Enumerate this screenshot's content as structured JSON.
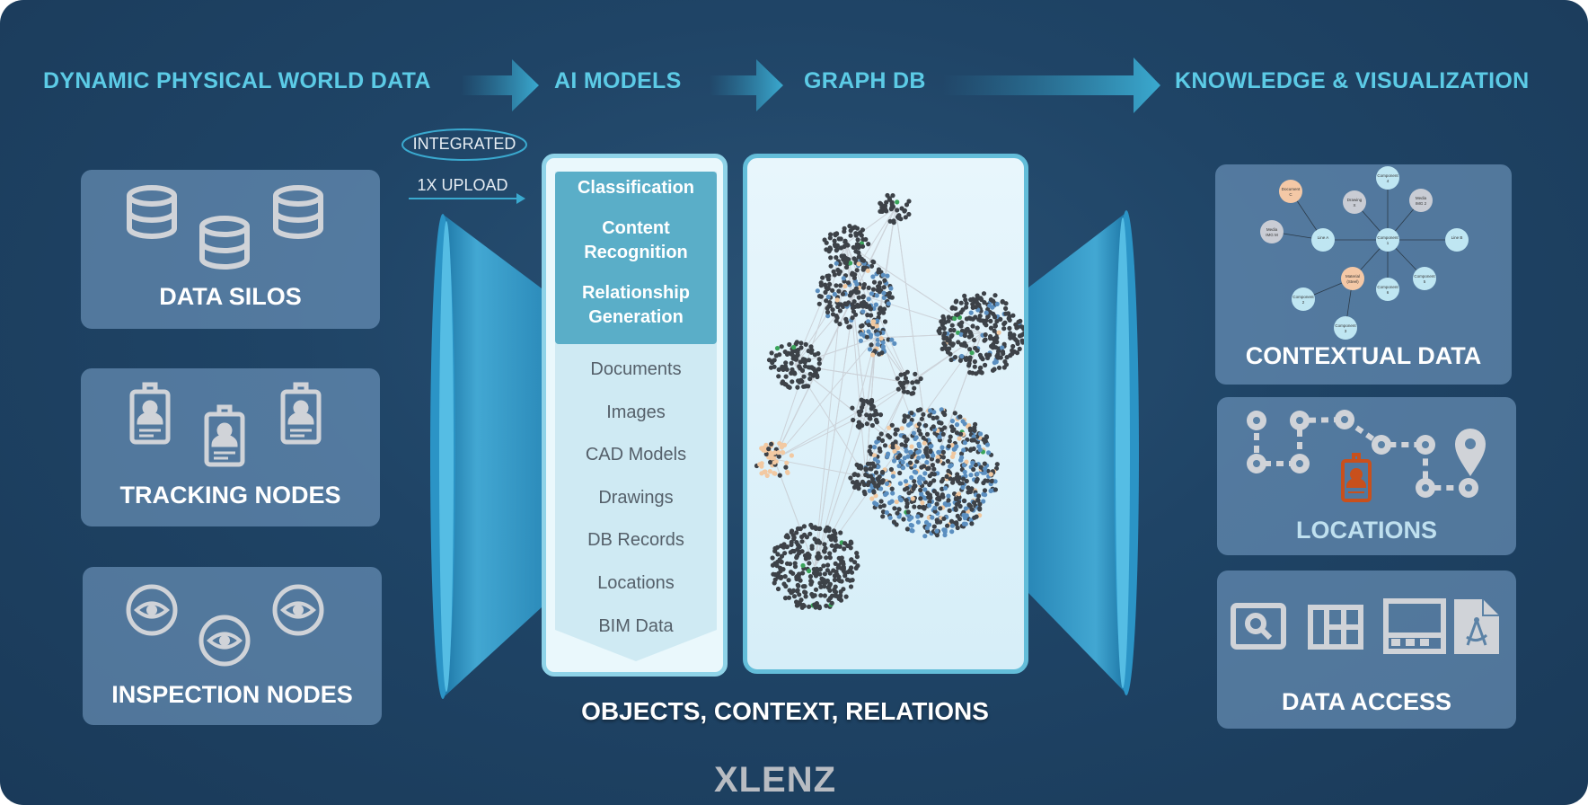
{
  "flow": {
    "step1": "DYNAMIC PHYSICAL WORLD DATA",
    "step2": "AI MODELS",
    "step3": "GRAPH DB",
    "step4": "KNOWLEDGE & VISUALIZATION"
  },
  "colors": {
    "title": "#5ccbe6",
    "card": "#7da5cd",
    "funnel": "#3aa6d3",
    "badge_accent": "#c9501c",
    "node_blue": "#bfe6f2",
    "node_peach": "#f4c8a6",
    "node_grey": "#c9ccd4"
  },
  "inputs": {
    "integrated": "INTEGRATED",
    "upload": "1X UPLOAD"
  },
  "sources": [
    {
      "title": "DATA SILOS",
      "icon": "database-icon"
    },
    {
      "title": "TRACKING NODES",
      "icon": "id-badge-icon"
    },
    {
      "title": "INSPECTION NODES",
      "icon": "eye-icon"
    }
  ],
  "ai": {
    "steps": [
      "Classification",
      "Content Recognition",
      "Relationship Generation"
    ],
    "types": [
      "Documents",
      "Images",
      "CAD Models",
      "Drawings",
      "DB Records",
      "Locations",
      "BIM Data"
    ]
  },
  "bottom_label": "OBJECTS, CONTEXT, RELATIONS",
  "brand": "XLENZ",
  "outputs": {
    "contextual": "CONTEXTUAL DATA",
    "locations": "LOCATIONS",
    "access": "DATA ACCESS"
  },
  "context_graph": {
    "nodes": [
      {
        "id": "docC",
        "l1": "Document",
        "l2": "C",
        "kind": "peach"
      },
      {
        "id": "drwX",
        "l1": "Drawing",
        "l2": "X",
        "kind": "grey"
      },
      {
        "id": "c4",
        "l1": "Component",
        "l2": "4",
        "kind": "blue"
      },
      {
        "id": "img2",
        "l1": "Media",
        "l2": "IMG 2",
        "kind": "grey"
      },
      {
        "id": "imgM",
        "l1": "Media",
        "l2": "IMG M",
        "kind": "grey"
      },
      {
        "id": "lineA",
        "l1": "Line A",
        "l2": "",
        "kind": "blue"
      },
      {
        "id": "c1",
        "l1": "Component",
        "l2": "1",
        "kind": "blue"
      },
      {
        "id": "lineB",
        "l1": "Line B",
        "l2": "",
        "kind": "blue"
      },
      {
        "id": "mat",
        "l1": "Material",
        "l2": "(Steel)",
        "kind": "peach"
      },
      {
        "id": "c6",
        "l1": "Component",
        "l2": "6",
        "kind": "blue"
      },
      {
        "id": "c5",
        "l1": "Component",
        "l2": "5",
        "kind": "blue"
      },
      {
        "id": "c2",
        "l1": "Component",
        "l2": "2",
        "kind": "blue"
      },
      {
        "id": "c3",
        "l1": "Component",
        "l2": "3",
        "kind": "blue"
      }
    ]
  }
}
